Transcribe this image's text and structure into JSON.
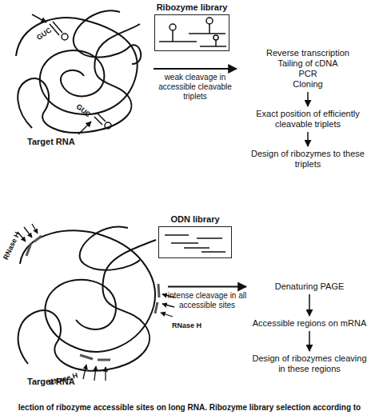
{
  "diagram": {
    "caption": "lection of ribozyme accessible sites on long RNA. Ribozyme library selection according to",
    "nodes": [
      {
        "text": [
          "Ribozyme library"
        ]
      },
      {
        "text": [
          "Target RNA"
        ]
      },
      {
        "text": [
          "Reverse transcription",
          "Tailing of cDNA",
          "PCR",
          "Cloning"
        ]
      },
      {
        "text": [
          "Exact position of efficiently cleavable triplets"
        ]
      },
      {
        "text": [
          "Design of ribozymes to these triplets"
        ]
      },
      {
        "text": [
          "ODN library"
        ]
      },
      {
        "text": [
          "Target RNA"
        ]
      },
      {
        "text": [
          "Denaturing PAGE"
        ]
      },
      {
        "text": [
          "Accessible regions on mRNA"
        ]
      },
      {
        "text": [
          "Design of ribozymes cleaving in these regions"
        ]
      }
    ],
    "edges": [
      {
        "from": 1,
        "to": 2,
        "arrow": "to",
        "label": "weak cleavage in accessible cleavable triplets"
      },
      {
        "from": 2,
        "to": 3,
        "arrow": "to"
      },
      {
        "from": 3,
        "to": 4,
        "arrow": "to"
      },
      {
        "from": 6,
        "to": 7,
        "arrow": "to",
        "label": "intense cleavage in all accessible sites"
      },
      {
        "from": 7,
        "to": 8,
        "arrow": "to"
      },
      {
        "from": 8,
        "to": 9,
        "arrow": "to"
      }
    ],
    "labels": [
      "GUC",
      "GUC",
      "RNase H",
      "RNase H",
      "RNase H"
    ]
  }
}
